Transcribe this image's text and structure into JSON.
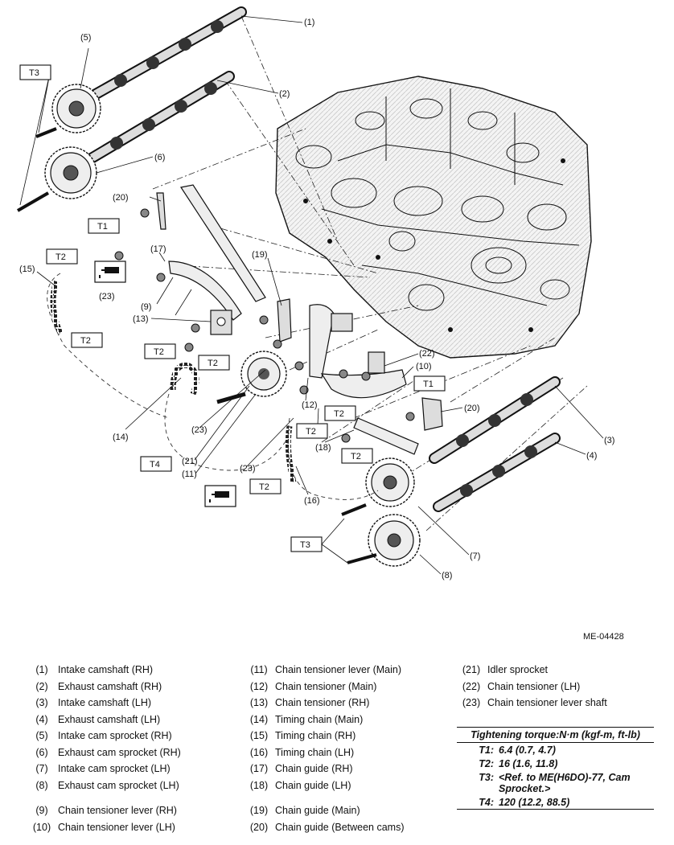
{
  "figure": {
    "ref_code": "ME-04428",
    "callouts": [
      "(1)",
      "(2)",
      "(3)",
      "(4)",
      "(5)",
      "(6)",
      "(7)",
      "(8)",
      "(9)",
      "(10)",
      "(11)",
      "(12)",
      "(13)",
      "(14)",
      "(15)",
      "(16)",
      "(17)",
      "(18)",
      "(19)",
      "(20)",
      "(20)",
      "(21)",
      "(22)",
      "(23)",
      "(23)",
      "(23)"
    ],
    "tags": [
      "T1",
      "T1",
      "T2",
      "T2",
      "T2",
      "T2",
      "T2",
      "T2",
      "T2",
      "T2",
      "T3",
      "T3",
      "T4"
    ]
  },
  "legend": {
    "col1": [
      {
        "num": "(1)",
        "name": "Intake camshaft (RH)"
      },
      {
        "num": "(2)",
        "name": "Exhaust camshaft (RH)"
      },
      {
        "num": "(3)",
        "name": "Intake camshaft (LH)"
      },
      {
        "num": "(4)",
        "name": "Exhaust camshaft (LH)"
      },
      {
        "num": "(5)",
        "name": "Intake cam sprocket (RH)"
      },
      {
        "num": "(6)",
        "name": "Exhaust cam sprocket (RH)"
      },
      {
        "num": "(7)",
        "name": "Intake cam sprocket (LH)"
      },
      {
        "num": "(8)",
        "name": "Exhaust cam sprocket (LH)"
      },
      {
        "num": "(9)",
        "name": "Chain tensioner lever (RH)"
      },
      {
        "num": "(10)",
        "name": "Chain tensioner lever (LH)"
      }
    ],
    "col2": [
      {
        "num": "(11)",
        "name": "Chain tensioner lever (Main)"
      },
      {
        "num": "(12)",
        "name": "Chain tensioner (Main)"
      },
      {
        "num": "(13)",
        "name": "Chain tensioner (RH)"
      },
      {
        "num": "(14)",
        "name": "Timing chain (Main)"
      },
      {
        "num": "(15)",
        "name": "Timing chain (RH)"
      },
      {
        "num": "(16)",
        "name": "Timing chain (LH)"
      },
      {
        "num": "(17)",
        "name": "Chain guide (RH)"
      },
      {
        "num": "(18)",
        "name": "Chain guide (LH)"
      },
      {
        "num": "(19)",
        "name": "Chain guide (Main)"
      },
      {
        "num": "(20)",
        "name": "Chain guide (Between cams)"
      }
    ],
    "col3": [
      {
        "num": "(21)",
        "name": "Idler sprocket"
      },
      {
        "num": "(22)",
        "name": "Chain tensioner (LH)"
      },
      {
        "num": "(23)",
        "name": "Chain tensioner lever shaft"
      }
    ]
  },
  "torque": {
    "title": "Tightening torque:N·m (kgf-m, ft-lb)",
    "rows": [
      {
        "key": "T1:",
        "value": "6.4 (0.7, 4.7)"
      },
      {
        "key": "T2:",
        "value": "16 (1.6, 11.8)"
      },
      {
        "key": "T3:",
        "value": "<Ref. to ME(H6DO)-77, Cam Sprocket.>"
      },
      {
        "key": "T4:",
        "value": "120 (12.2, 88.5)"
      }
    ]
  }
}
